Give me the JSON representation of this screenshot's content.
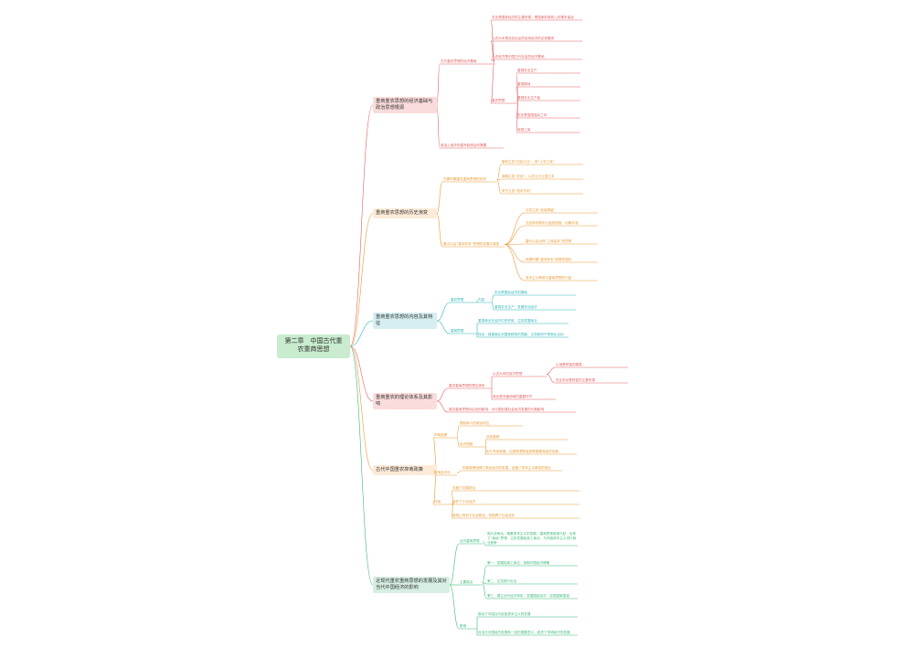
{
  "root": "第二章　中国古代重农重商思想",
  "sections": [
    {
      "title": "重商重农思想的经济基础与政治思想根源",
      "subs": [
        {
          "text": "古代重农思想的经济基础",
          "items": [
            "农业是国家经济的主要来源，是国家财政收入的根本保证",
            "以农为本是自给自足的自然经济的必然要求",
            "小农经济是中国古代社会的经济基础",
            {
              "text": "重农思想",
              "items": [
                "重视农业生产",
                "重视耕地",
                "重视农业生产者",
                "农业是富国强兵之本",
                "轻视工商"
              ]
            }
          ]
        },
        {
          "text": "政治上维护封建专制统治的需要"
        }
      ]
    },
    {
      "title": "重商重农思想的历史演变",
      "subs": [
        {
          "text": "先秦时期重农重商思想的形成",
          "items": [
            "管仲主张“四民分业”，即“士农工商”",
            "商鞅主张“农战”，以农业为立国之本",
            "荀子主张“强本节用”"
          ]
        },
        {
          "text": "秦汉以后“重本抑末”思想的发展与演变",
          "items": [
            "汉初主张“轻徭薄赋”",
            "汉武帝时期实行盐铁官营、均输平准",
            "唐代以后出现“工商皆本”的思想",
            "明清时期“重本抑末”政策的强化",
            "资本主义萌芽与重商思想的兴起"
          ]
        }
      ]
    },
    {
      "title": "重商重农思想的内容及其特征",
      "subs": [
        {
          "text": "重农思想",
          "items": [
            {
              "text": "内容",
              "items": [
                "农业是国民经济的基础",
                "重视农业生产，发展农业经济"
              ]
            }
          ]
        },
        {
          "text": "重商思想",
          "items": [
            "重视商业在经济中的作用，主张发展商业",
            "特征：强调商业对国家财政的贡献，主张政府干预商业活动"
          ]
        }
      ]
    },
    {
      "title": "重商重农的理论体系及其影响",
      "subs": [
        {
          "text": "重农重商思想的理论体系",
          "items": [
            {
              "text": "以农为本的经济思想",
              "items": [
                "土地是财富的源泉",
                "农业劳动是财富的主要来源"
              ]
            },
            "商业是流通领域的重要环节"
          ]
        },
        {
          "text": "重农重商思想对后世的影响：对中国封建社会经济发展的长期影响"
        }
      ]
    },
    {
      "title": "古代中国重农抑商政策",
      "subs": [
        {
          "text": "抑商政策",
          "items": [
            "限制商人的政治地位",
            {
              "text": "经济措施",
              "items": [
                "征收重税",
                "实行专卖制度，由国家垄断盐铁等重要商品的经营"
              ]
            }
          ]
        },
        {
          "text": "影响及评价",
          "items": [
            "抑商政策阻碍了商品经济的发展，延缓了资本主义萌芽的成长"
          ]
        },
        {
          "text": "作用",
          "items": [
            "巩固了封建统治",
            "维护了小农经济",
            "客观上有利于社会稳定，但阻碍了社会进步"
          ]
        }
      ]
    },
    {
      "title": "近现代重农重商思想的发展及其对当代中国经济的影响",
      "subs": [
        {
          "text": "近代重商思想",
          "items": [
            "鸦片战争后，随着资本主义的发展，重商思想逐渐兴起，出现了“商战”思想，主张发展民族工商业，与外国资本主义进行商业竞争"
          ]
        },
        {
          "text": "主要观点",
          "items": [
            "第一，发展民族工商业，抵御外国经济侵略",
            "第二，主张振兴实业",
            "第三，建立近代经济体系，发展国民经济，实现国家富强"
          ]
        },
        {
          "text": "影响",
          "items": [
            "推动了中国近代民族资本主义的发展",
            "对当代中国经济发展有一定的借鉴意义，促进了市场经济的发展"
          ]
        }
      ]
    }
  ],
  "colors": {
    "red": "#e06060",
    "yellow": "#e89a36",
    "cyan": "#2cb3b8",
    "green": "#3cb878",
    "root_bg": "#c8eccd",
    "red_bg": "#fbdcdc",
    "yellow_bg": "#fdebd8",
    "cyan_bg": "#d6eef0",
    "green_bg": "#d7efe3"
  }
}
